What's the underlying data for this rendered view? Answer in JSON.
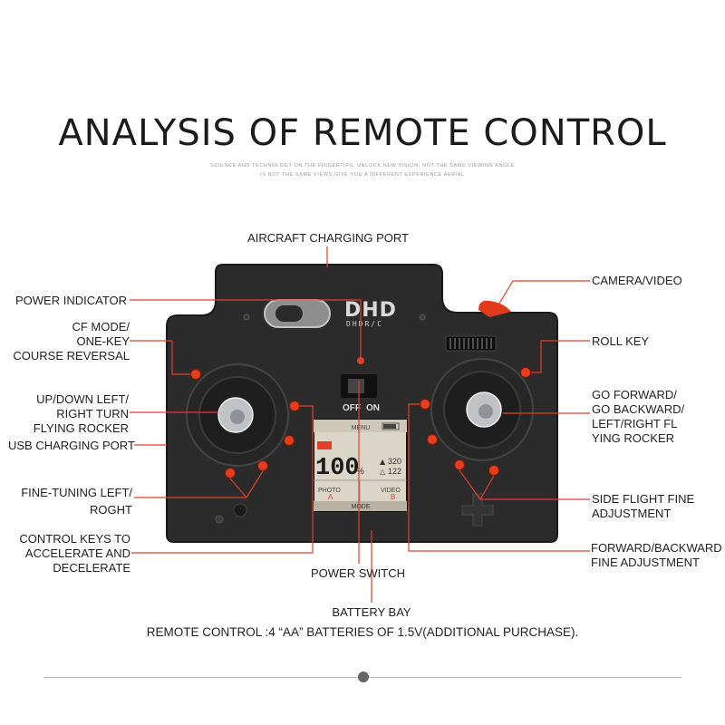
{
  "title": "ANALYSIS OF REMOTE CONTROL",
  "tagline": [
    "SCIENCE AND TECHNOLOGY ON THE FINGERTIPS, UNLOCK NEW VISION, NOT THE SAME VIEWING ANGLE",
    "IS NOT THE SAME VIEWS,GIVE YOU A DIFFERENT EXPERIENCE AERIAL"
  ],
  "labels": {
    "aircraft_charging_port": "AIRCRAFT CHARGING PORT",
    "power_indicator": "POWER INDICATOR",
    "cf_mode": [
      "CF MODE/",
      "ONE-KEY",
      "COURSE REVERSAL"
    ],
    "updown_left": [
      "UP/DOWN LEFT/",
      "RIGHT TURN",
      "FLYING ROCKER"
    ],
    "usb_charging_port": "USB CHARGING PORT",
    "fine_tuning": [
      "FINE-TUNING LEFT/",
      "ROGHT"
    ],
    "control_keys": [
      "CONTROL KEYS TO",
      "ACCELERATE AND",
      "DECELERATE"
    ],
    "power_switch": "POWER SWITCH",
    "battery_bay": "BATTERY BAY",
    "camera_video": "CAMERA/VIDEO",
    "roll_key": "ROLL KEY",
    "go_forward": [
      "GO FORWARD/",
      "GO BACKWARD/",
      "LEFT/RIGHT FL",
      "YING ROCKER"
    ],
    "side_flight": [
      "SIDE FLIGHT FINE",
      "ADJUSTMENT"
    ],
    "forward_backward": [
      "FORWARD/BACKWARD",
      "FINE ADJUSTMENT"
    ]
  },
  "device": {
    "logo": "DHD",
    "logo_sub": "DHDR/C",
    "switch_off": "OFF",
    "switch_on": "ON",
    "screen": {
      "menu": "MENU",
      "battery_pct": "100",
      "pct_sign": "%",
      "val1": "320",
      "val2": "122",
      "photo": "PHOTO",
      "photo_key": "A",
      "video": "VIDEO",
      "video_key": "B",
      "mode": "MODE"
    }
  },
  "footnote": "REMOTE CONTROL :4 “AA” BATTERIES OF 1.5V(ADDITIONAL PURCHASE).",
  "colors": {
    "body": "#2a2a2a",
    "accent": "#e0402a",
    "button": "#e63e1c",
    "screen": "#dcd6c8"
  }
}
